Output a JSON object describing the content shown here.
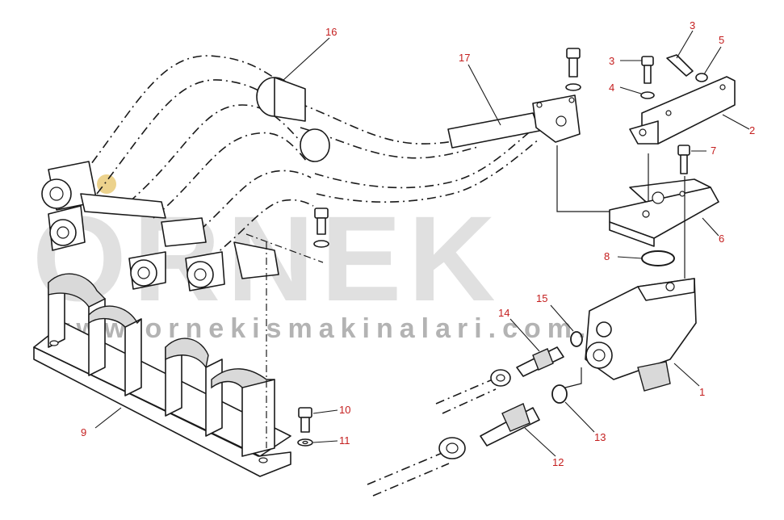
{
  "watermark": {
    "brand": "ÖRNEK",
    "url": "www.ornekismakinalari.com.tr",
    "color": "#c8c8c8"
  },
  "callout_color": "#c41e1e",
  "callouts": {
    "c1": "1",
    "c2": "2",
    "c3a": "3",
    "c3b": "3",
    "c4": "4",
    "c5": "5",
    "c6": "6",
    "c7": "7",
    "c8": "8",
    "c9": "9",
    "c10": "10",
    "c11": "11",
    "c12": "12",
    "c13": "13",
    "c14": "14",
    "c15": "15",
    "c16": "16",
    "c17": "17"
  }
}
